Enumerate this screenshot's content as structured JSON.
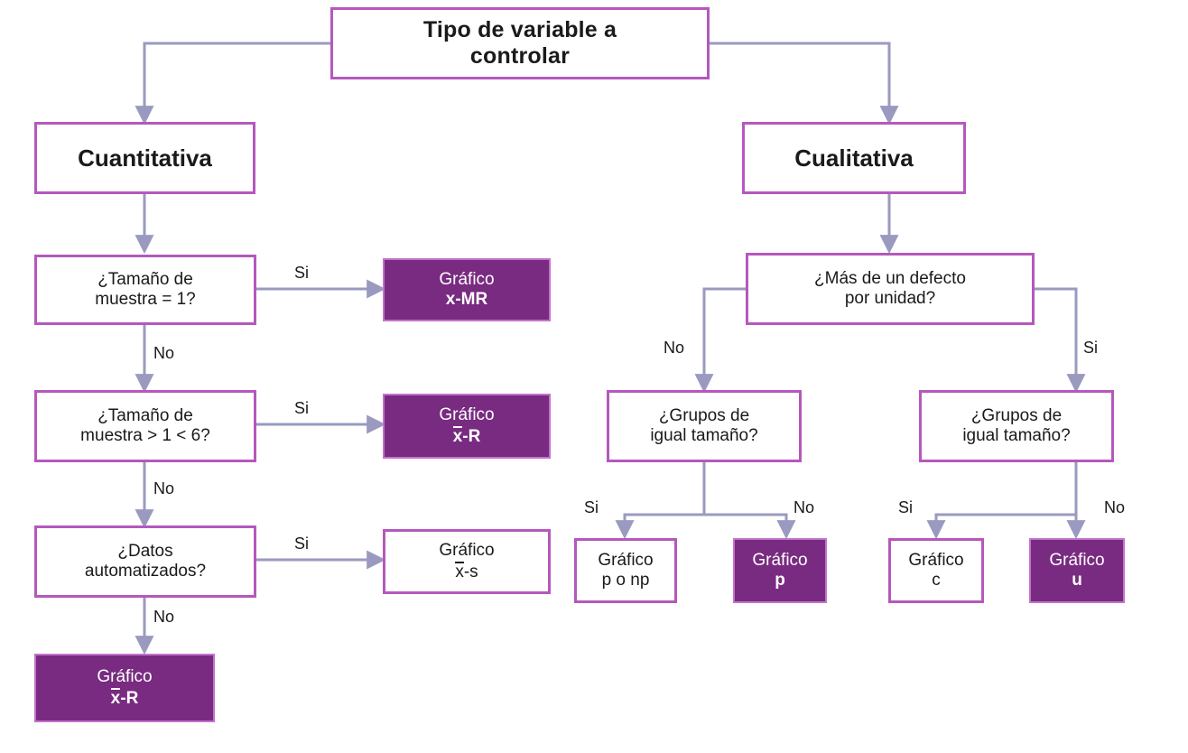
{
  "diagram": {
    "title_box": {
      "text": "Tipo de variable a\ncontrolar"
    },
    "branches": {
      "left_head": "Cuantitativa",
      "right_head": "Cualitativa"
    },
    "left": {
      "q1": "¿Tamaño de\nmuestra = 1?",
      "q1_yes_label": "Si",
      "q1_no_label": "No",
      "r1_line1": "Gráfico",
      "r1_line2": "x-MR",
      "q2": "¿Tamaño de\nmuestra > 1 < 6?",
      "q2_yes_label": "Si",
      "q2_no_label": "No",
      "r2_line1": "Gráfico",
      "r2_line2_bar": "x",
      "r2_line2_rest": "-R",
      "q3": "¿Datos\nautomatizados?",
      "q3_yes_label": "Si",
      "q3_no_label": "No",
      "r3_line1": "Gráfico",
      "r3_line2_bar": "x",
      "r3_line2_rest": "-s",
      "r4_line1": "Gráfico",
      "r4_line2_bar": "x",
      "r4_line2_rest": "-R"
    },
    "right": {
      "q1": "¿Más de un defecto\npor unidad?",
      "q1_no_label": "No",
      "q1_yes_label": "Si",
      "q2a": "¿Grupos de\nigual tamaño?",
      "q2a_yes_label": "Si",
      "q2a_no_label": "No",
      "r2a_yes_line1": "Gráfico",
      "r2a_yes_line2": "p o np",
      "r2a_no_line1": "Gráfico",
      "r2a_no_line2": "p",
      "q2b": "¿Grupos de\nigual tamaño?",
      "q2b_yes_label": "Si",
      "q2b_no_label": "No",
      "r2b_yes_line1": "Gráfico",
      "r2b_yes_line2": "c",
      "r2b_no_line1": "Gráfico",
      "r2b_no_line2": "u"
    },
    "colors": {
      "box_border": "#b558bd",
      "box_fill_purple": "#782b80",
      "connector": "#9a9ac0",
      "text": "#1a1a1a",
      "background": "#ffffff"
    }
  }
}
